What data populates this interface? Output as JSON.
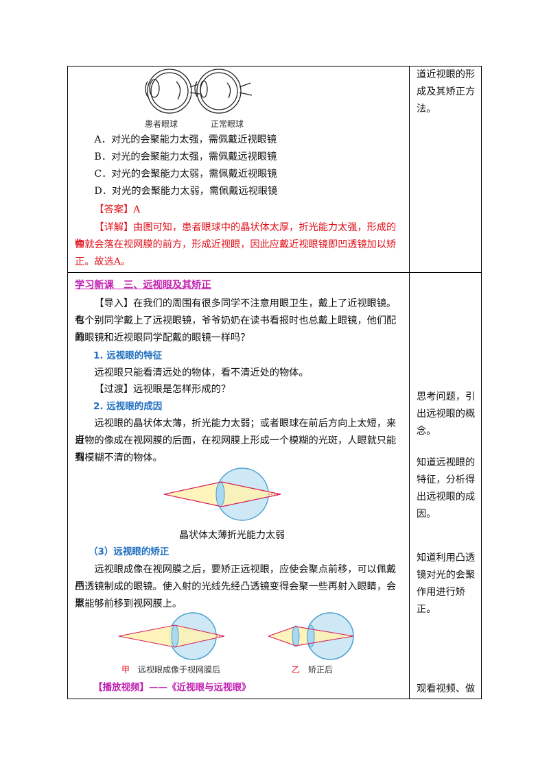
{
  "top_row": {
    "fig_labels": {
      "patient": "患者眼球",
      "normal": "正常眼球"
    },
    "options": [
      "A．对光的会聚能力太强，需佩戴近视眼镜",
      "B．对光的会聚能力太强，需佩戴远视眼镜",
      "C．对光的会聚能力太弱，需佩戴近视眼镜",
      "D．对光的会聚能力太弱，需佩戴远视眼镜"
    ],
    "answer": "【答案】A",
    "explain_lines": [
      "【详解】由图可知，患者眼球中的晶状体太厚，折光能力太强，形成的物",
      "像就会落在视网膜的前方，形成近视眼，因此应戴近视眼镜即凹透镜加以矫",
      "正。故选A。"
    ],
    "side_lines": [
      "道近视眼的形",
      "成及其矫正方",
      "法。"
    ]
  },
  "bottom_row": {
    "section_title": "学习新课　三、远视眼及其矫正",
    "intro_lines": [
      "【导入】在我们的周围有很多同学不注意用眼卫生，戴上了近视眼镜。也",
      "有个别同学戴上了远视眼镜，爷爷奶奶在读书看报时也总戴上眼镜，他们配戴",
      "的眼镜和近视眼同学配戴的眼镜一样吗？"
    ],
    "sub1": "1. 远视眼的特征",
    "feature": "远视眼只能看清远处的物体，看不清近处的物体。",
    "transition": "【过渡】远视眼是怎样形成的？",
    "sub2": "2. 远视眼的成因",
    "cause_lines": [
      "远视眼的晶状体太薄，折光能力太弱；或者眼球在前后方向上太短，来自",
      "近物的像成在视网膜的后面，在视网膜上形成一个模糊的光斑，人眼就只能看",
      "到模糊不清的物体。"
    ],
    "fig1_caption": "晶状体太薄折光能力太弱",
    "sub3": "（3）远视眼的矫正",
    "correct_lines": [
      "远视眼成像在视网膜之后，要矫正远视眼，应使会聚点前移，可以佩戴用",
      "凸透镜制成的眼镜。使入射的光线先经凸透镜变得会聚一些再射入眼睛，会聚",
      "点能够前移到视网膜上。"
    ],
    "fig2": {
      "left_mark": "甲",
      "left_text": "远视眼成像于视网膜后",
      "right_mark": "乙",
      "right_text": "矫正后"
    },
    "video": "【播放视频】——《近视眼与远视眼》",
    "side_blocks": [
      [
        "思考问题，引",
        "出远视眼的概",
        "念。"
      ],
      [
        "知道远视眼的",
        "特征，分析得",
        "出远视眼的成",
        "因。"
      ],
      [
        "知道利用凸透",
        "镜对光的会聚",
        "作用进行矫",
        "正。"
      ],
      [
        "观看视频、做"
      ]
    ]
  },
  "colors": {
    "section": "#c01fb0",
    "subhead": "#1f6fc0",
    "answer": "#e0101a",
    "lens": "#aad8f0",
    "ray": "#d21a5a"
  }
}
